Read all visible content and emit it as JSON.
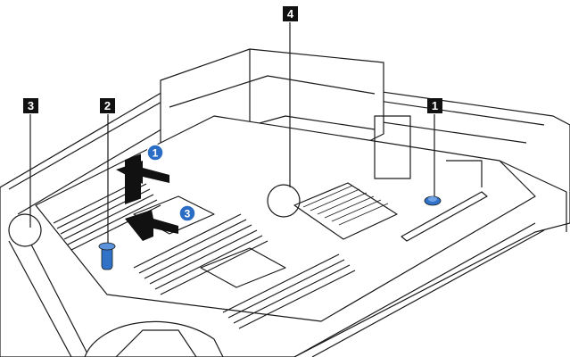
{
  "diagram": {
    "callouts": [
      {
        "label": "1"
      },
      {
        "label": "2"
      },
      {
        "label": "3"
      },
      {
        "label": "4"
      }
    ],
    "step_markers": [
      {
        "label": "1"
      },
      {
        "label": "3"
      }
    ],
    "colors": {
      "line": "#1a1a1a",
      "fill": "#ffffff",
      "callout_bg": "#111111",
      "step_blue": "#2b6cc4",
      "arrow_black": "#111111",
      "pin_blue": "#2f72c8"
    }
  }
}
